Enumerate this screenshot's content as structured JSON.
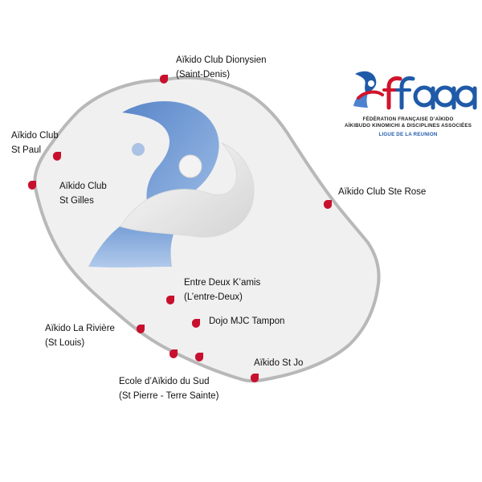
{
  "map": {
    "clubs": [
      {
        "id": "dionysien",
        "lines": [
          "Aïkido Club Dionysien",
          "(Saint-Denis)"
        ]
      },
      {
        "id": "st-paul",
        "lines": [
          "Aïkido Club",
          "St Paul"
        ]
      },
      {
        "id": "st-gilles",
        "lines": [
          "Aïkido Club",
          "St Gilles"
        ]
      },
      {
        "id": "ste-rose",
        "lines": [
          "Aïkido Club Ste Rose"
        ]
      },
      {
        "id": "entre-deux",
        "lines": [
          "Entre Deux K’amis",
          "(L’entre-Deux)"
        ]
      },
      {
        "id": "tampon",
        "lines": [
          "Dojo MJC Tampon"
        ]
      },
      {
        "id": "riviere",
        "lines": [
          "Aïkido La Rivière",
          "(St Louis)"
        ]
      },
      {
        "id": "st-jo",
        "lines": [
          "Aïkido St Jo"
        ]
      },
      {
        "id": "sud",
        "lines": [
          "Ecole d’Aïkido du Sud",
          "(St Pierre - Terre Sainte)"
        ]
      }
    ],
    "marker_color": "#c8102e",
    "island_fill": "#f0f0f0",
    "island_stroke": "#b8b8b8"
  },
  "logo": {
    "wordmark": "ffaaa",
    "line1": "FÉDÉRATION FRANÇAISE D’AÏKIDO",
    "line2": "AÏKIBUDO KINOMICHI & DISCIPLINES ASSOCIÉES",
    "line3": "LIGUE DE LA REUNION",
    "colors": {
      "blue": "#1f5aa8",
      "red": "#d0142c"
    }
  }
}
